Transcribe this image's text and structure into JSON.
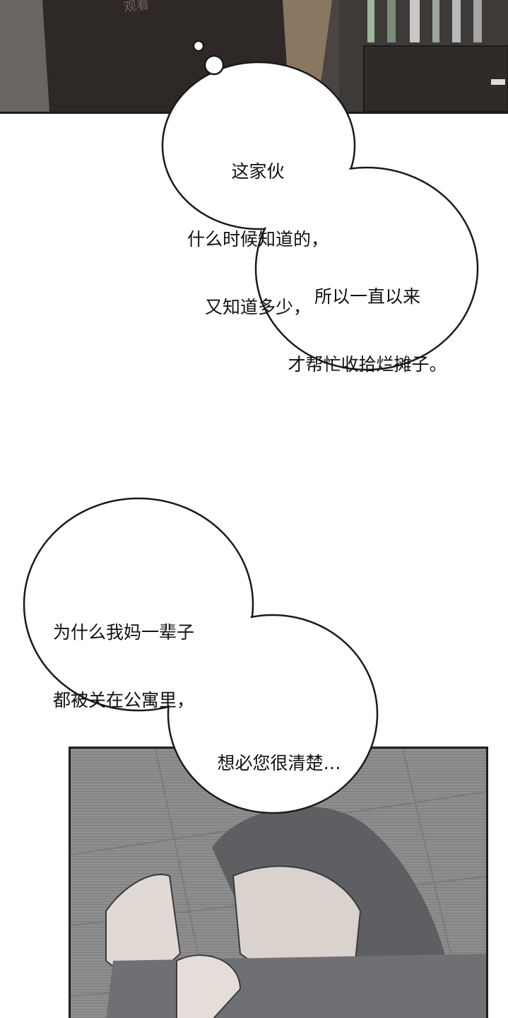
{
  "watermark": "观看",
  "bubbles": [
    {
      "lines": [
        "这家伙",
        "什么时候知道的，",
        "又知道多少，"
      ]
    },
    {
      "lines": [
        "所以一直以来",
        "才帮忙收拾烂摊子。"
      ]
    },
    {
      "lines": [
        "为什么我妈一辈子",
        "都被关在公寓里，"
      ]
    },
    {
      "lines": [
        "想必您很清楚…"
      ]
    }
  ],
  "colors": {
    "page": "#ffffff",
    "outline": "#1a1a1a",
    "panel_dark": "#3a3633",
    "panel_gray": "#8c8c8c"
  }
}
